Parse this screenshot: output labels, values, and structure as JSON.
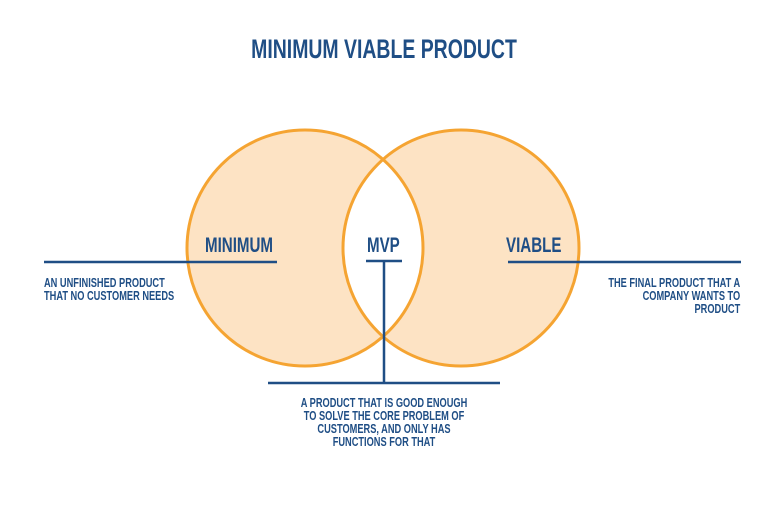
{
  "title": "MINIMUM VIABLE PRODUCT",
  "colors": {
    "circle_fill": "#fde3c4",
    "circle_stroke": "#f5a432",
    "text": "#1f4e85",
    "line": "#1f4e85",
    "background": "#ffffff"
  },
  "circles": [
    {
      "id": "minimum",
      "label": "MINIMUM",
      "description": [
        "AN  UNFINISHED PRODUCT",
        "THAT NO CUSTOMER NEEDS"
      ]
    },
    {
      "id": "viable",
      "label": "VIABLE",
      "description": [
        "THE FINAL PRODUCT THAT A",
        "COMPANY WANTS TO",
        "PRODUCT"
      ]
    }
  ],
  "intersection": {
    "label": "MVP",
    "description": [
      "A PRODUCT THAT IS GOOD ENOUGH",
      "TO SOLVE THE CORE PROBLEM OF",
      "CUSTOMERS, AND ONLY HAS",
      "FUNCTIONS FOR THAT"
    ]
  }
}
